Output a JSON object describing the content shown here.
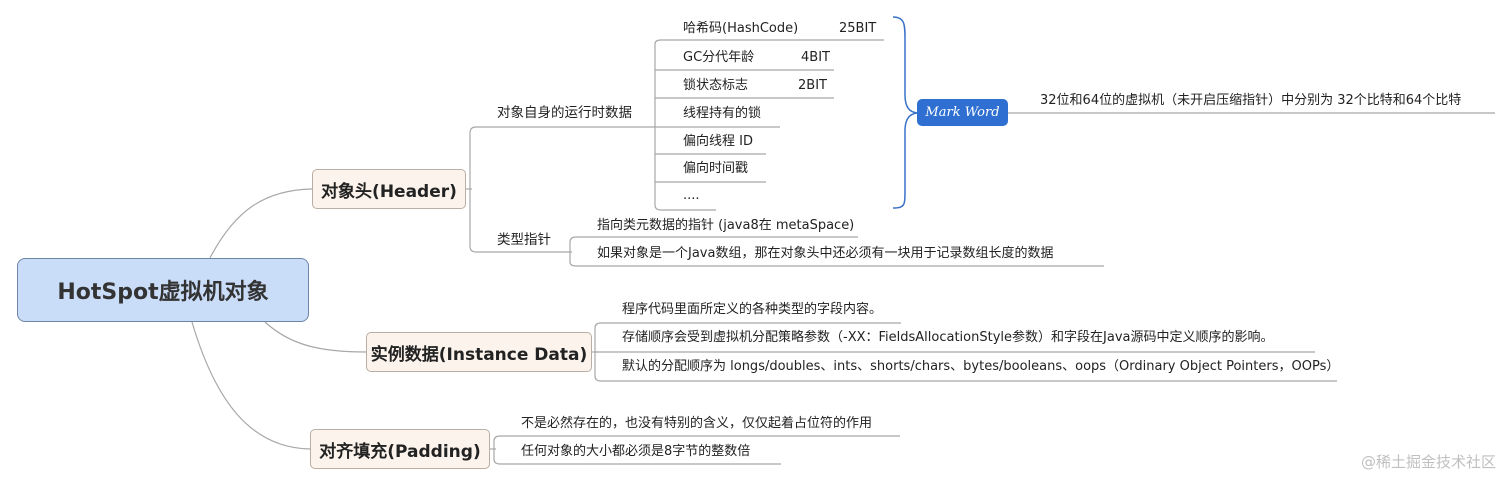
{
  "root": {
    "label": "HotSpot虚拟机对象"
  },
  "branches": {
    "header": {
      "label": "对象头(Header)",
      "runtime": {
        "label": "对象自身的运行时数据",
        "items": [
          {
            "label": "哈希码(HashCode)",
            "bits": "25BIT"
          },
          {
            "label": "GC分代年龄",
            "bits": "4BIT"
          },
          {
            "label": "锁状态标志",
            "bits": "2BIT"
          },
          {
            "label": "线程持有的锁",
            "bits": ""
          },
          {
            "label": "偏向线程 ID",
            "bits": ""
          },
          {
            "label": "偏向时间戳",
            "bits": ""
          },
          {
            "label": "....",
            "bits": ""
          }
        ],
        "mark_word": {
          "label": "Mark Word",
          "note": "32位和64位的虚拟机（未开启压缩指针）中分别为 32个比特和64个比特"
        }
      },
      "type_pointer": {
        "label": "类型指针",
        "items": [
          "指向类元数据的指针 (java8在 metaSpace)",
          "如果对象是一个Java数组，那在对象头中还必须有一块用于记录数组长度的数据"
        ]
      }
    },
    "instance_data": {
      "label": "实例数据(Instance Data)",
      "items": [
        "程序代码里面所定义的各种类型的字段内容。",
        "存储顺序会受到虚拟机分配策略参数（-XX：FieldsAllocationStyle参数）和字段在Java源码中定义顺序的影响。",
        "默认的分配顺序为 longs/doubles、ints、shorts/chars、bytes/booleans、oops（Ordinary Object Pointers，OOPs）"
      ]
    },
    "padding": {
      "label": "对齐填充(Padding)",
      "items": [
        "不是必然存在的，也没有特别的含义，仅仅起着占位符的作用",
        "任何对象的大小都必须是8字节的整数倍"
      ]
    }
  },
  "colors": {
    "root_fill": "#c9dcf8",
    "main_fill": "#fbf3ec",
    "mark_word_fill": "#2e6fd1",
    "brace": "#3a72c9",
    "line": "#a8a8a8"
  },
  "watermark": "@稀土掘金技术社区"
}
